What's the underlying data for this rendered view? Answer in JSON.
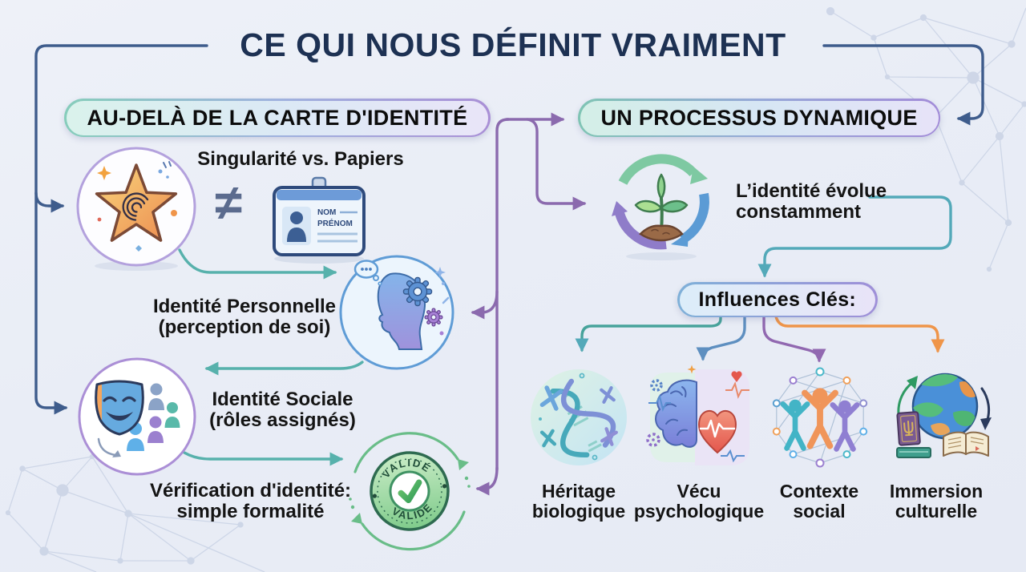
{
  "title": "CE QUI NOUS DÉFINIT VRAIMENT",
  "left_section": {
    "header": "AU-DELÀ DE LA CARTE D'IDENTITÉ",
    "singularity_label": "Singularité vs. Papiers",
    "inequality_symbol": "≠",
    "id_card": {
      "nom_label": "NOM",
      "prenom_label": "PRÉNOM"
    },
    "personal_identity": {
      "line1": "Identité Personnelle",
      "line2": "(perception de soi)"
    },
    "social_identity": {
      "line1": "Identité Sociale",
      "line2": "(rôles assignés)"
    },
    "verification": {
      "line1": "Vérification d'identité:",
      "line2": "simple formalité"
    },
    "stamp_text": "VALIDÉ"
  },
  "right_section": {
    "header": "UN PROCESSUS DYNAMIQUE",
    "evolution": {
      "line1": "L’identité évolue",
      "line2": "constamment"
    },
    "influences_title": "Influences Clés:",
    "influences": [
      {
        "line1": "Héritage",
        "line2": "biologique"
      },
      {
        "line1": "Vécu",
        "line2": "psychologique"
      },
      {
        "line1": "Contexte",
        "line2": "social"
      },
      {
        "line1": "Immersion",
        "line2": "culturelle"
      }
    ]
  },
  "colors": {
    "background": "#ecf0f7",
    "title_text": "#1d3153",
    "connector_navy": "#3e5c8c",
    "connector_teal": "#57b1ac",
    "connector_purple": "#8b6aae",
    "connector_blue": "#5e8fc0",
    "connector_violet": "#9168b0",
    "connector_orange": "#ef9549",
    "cycle_green": "#69bd88"
  }
}
